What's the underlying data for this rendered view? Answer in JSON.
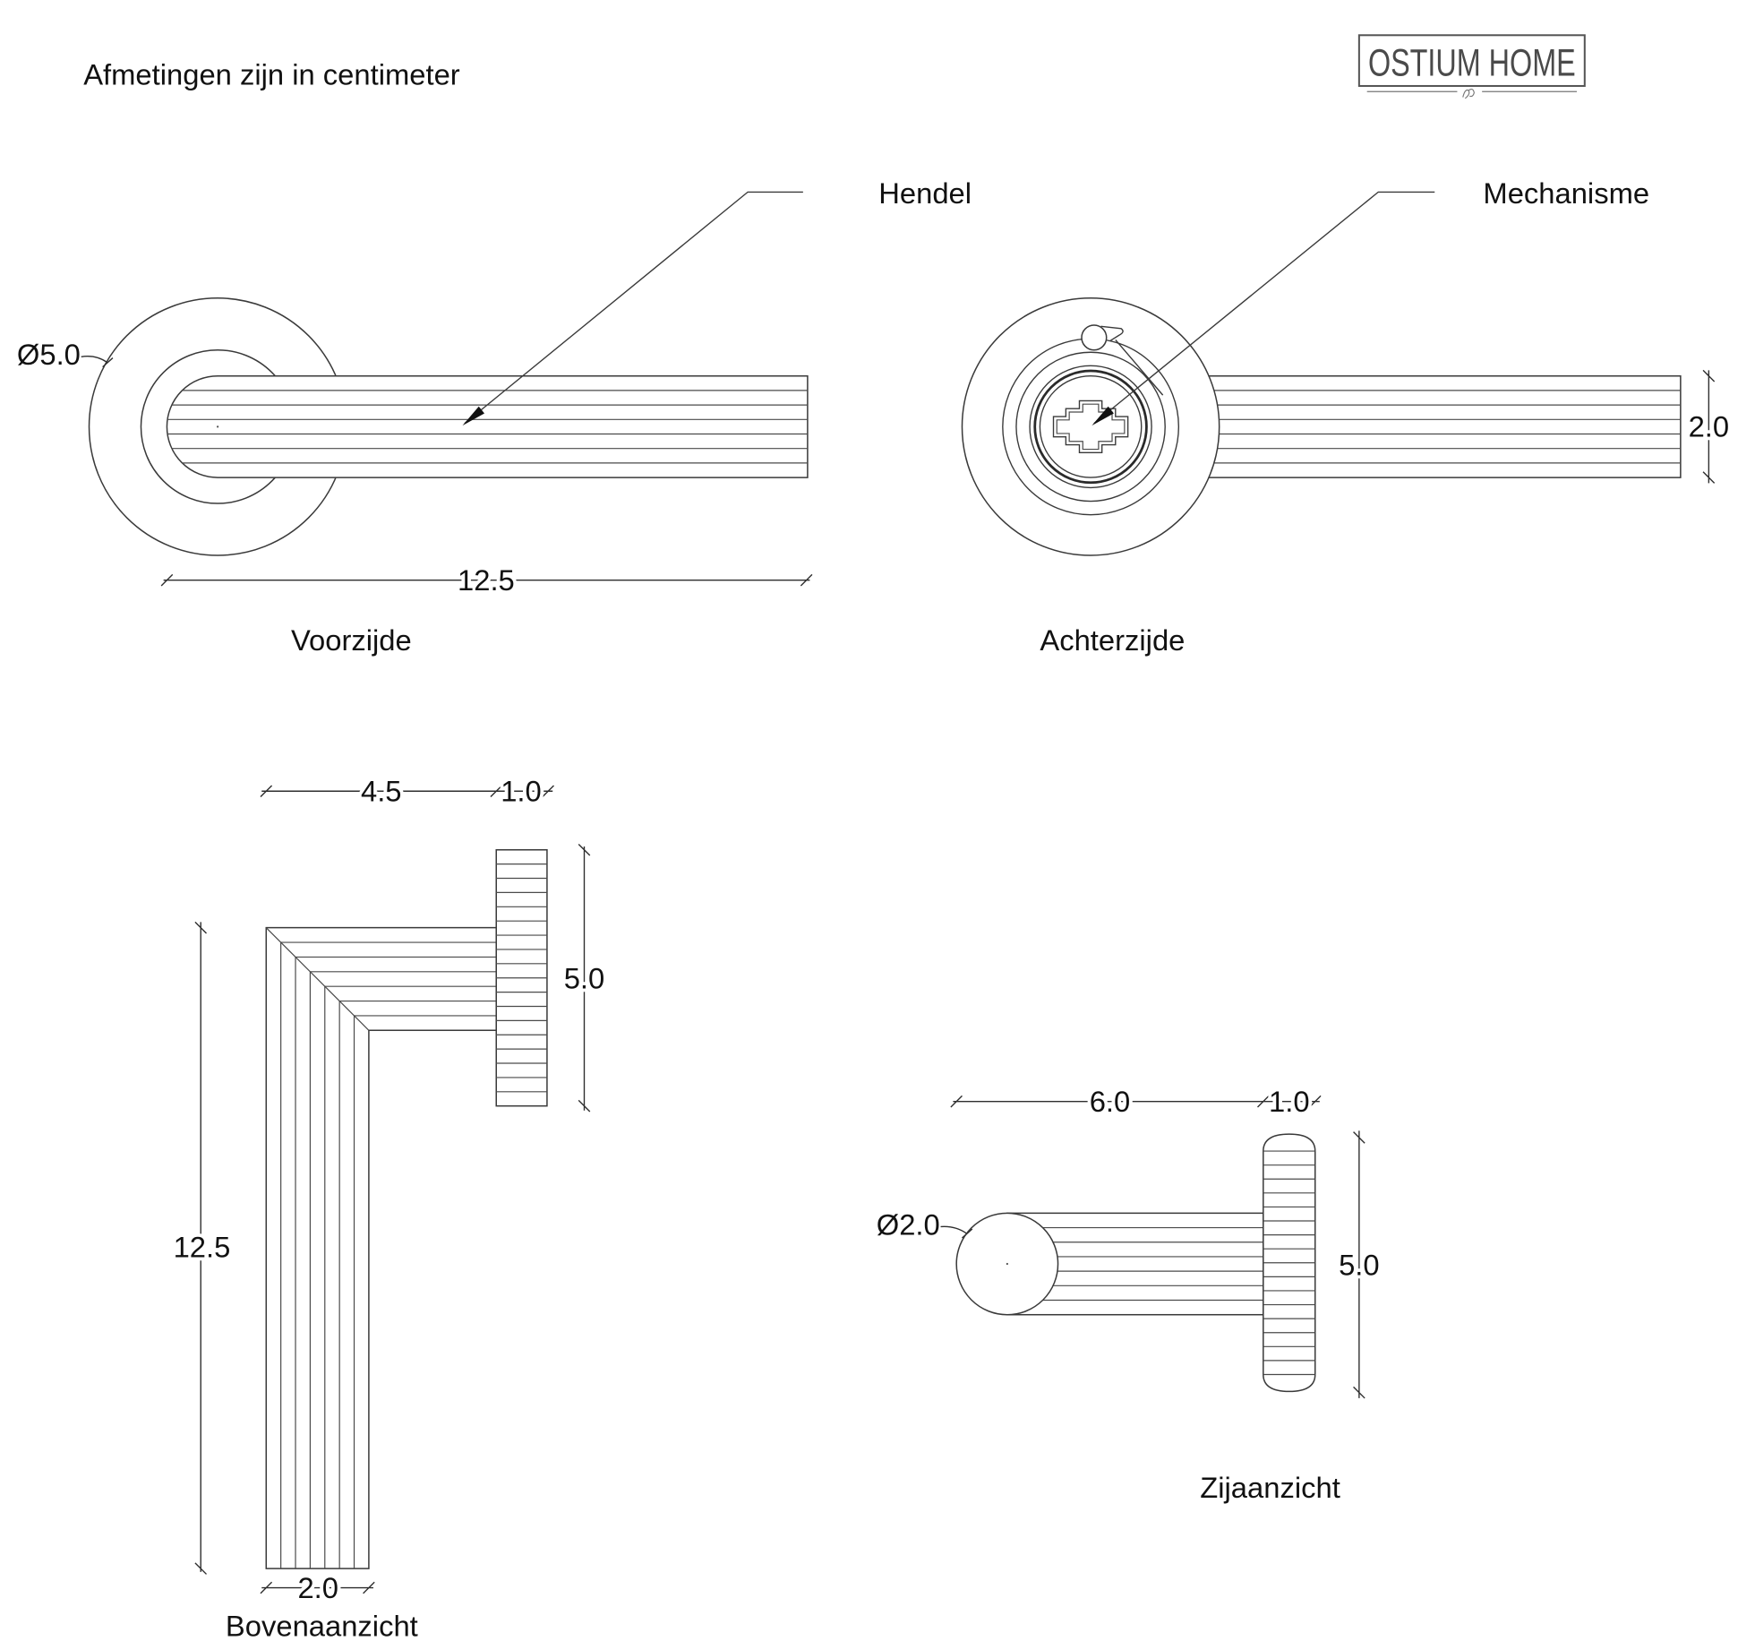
{
  "header": {
    "note": "Afmetingen zijn in centimeter",
    "logo": "OSTIUM HOME"
  },
  "front_view": {
    "label": "Voorzijde",
    "callout": "Hendel",
    "rose_diameter": "Ø5.0",
    "lever_length": "12.5"
  },
  "back_view": {
    "label": "Achterzijde",
    "callout": "Mechanisme",
    "lever_height": "2.0"
  },
  "top_view": {
    "label": "Bovenaanzicht",
    "offset": "4.5",
    "rose_depth": "1.0",
    "rose_width": "5.0",
    "lever_length": "12.5",
    "lever_width": "2.0"
  },
  "side_view": {
    "label": "Zijaanzicht",
    "offset": "6.0",
    "rose_depth": "1.0",
    "lever_diameter": "Ø2.0",
    "rose_height": "5.0"
  }
}
